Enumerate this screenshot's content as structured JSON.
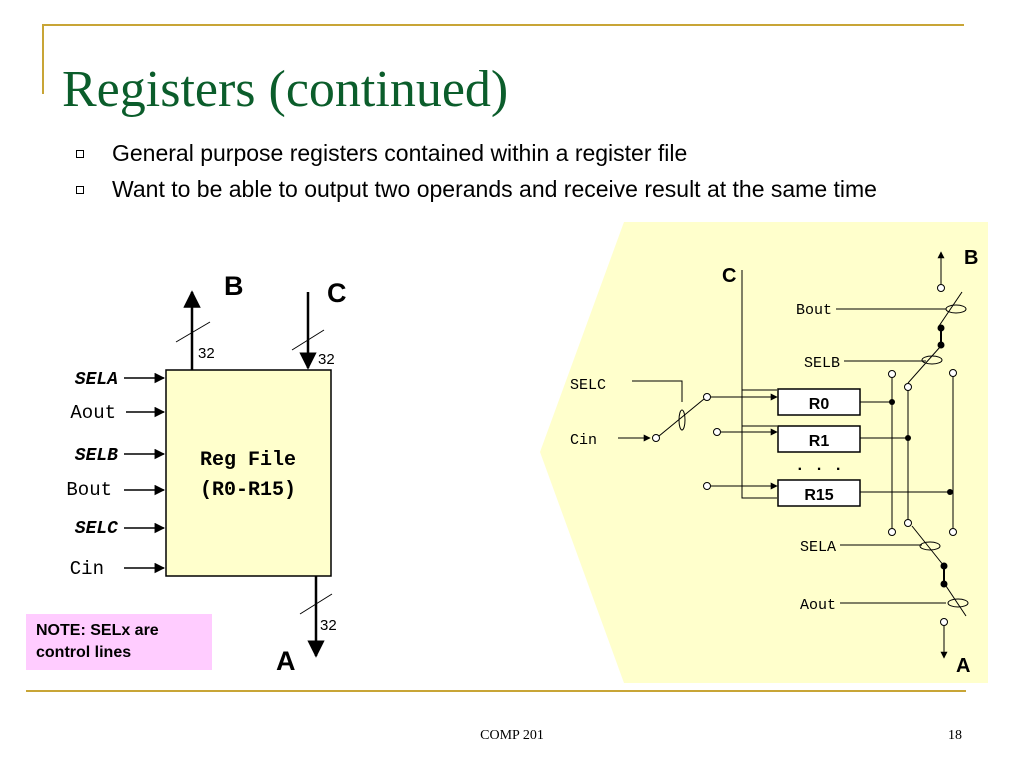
{
  "slide": {
    "title": "Registers (continued)",
    "bullets": [
      "General purpose registers contained within a register file",
      "Want to be able to output two operands and receive result at the same time"
    ]
  },
  "left_diagram": {
    "block_line1": "Reg File",
    "block_line2": "(R0-R15)",
    "port_b": "B",
    "port_c": "C",
    "port_a": "A",
    "width_b": "32",
    "width_c": "32",
    "width_a": "32",
    "inputs": [
      "SELA",
      "Aout",
      "SELB",
      "Bout",
      "SELC",
      "Cin"
    ]
  },
  "right_diagram": {
    "label_c": "C",
    "label_b": "B",
    "label_a": "A",
    "bout": "Bout",
    "selb": "SELB",
    "selc": "SELC",
    "cin": "Cin",
    "registers": [
      "R0",
      "R1",
      "R15"
    ],
    "ellipsis": ". . .",
    "sela": "SELA",
    "aout": "Aout"
  },
  "note": {
    "line1": "NOTE: SELx are",
    "line2": "control lines"
  },
  "footer": {
    "course": "COMP 201",
    "page": "18"
  },
  "colors": {
    "title": "#0b5d2b",
    "frame": "#c8a536",
    "panel": "#ffffcc",
    "block": "#ffffcc",
    "note": "#ffccff"
  }
}
